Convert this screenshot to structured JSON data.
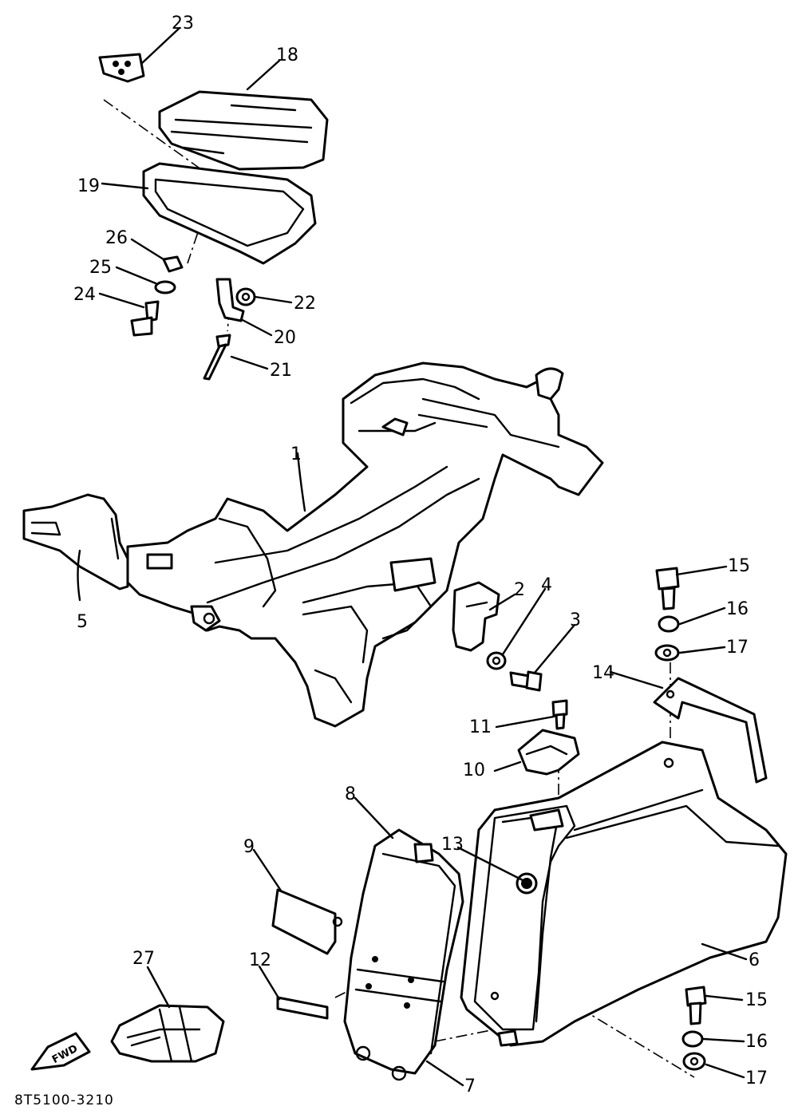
{
  "diagram": {
    "part_code": "8T5100-3210",
    "forward_label": "FWD",
    "callouts": [
      "1",
      "2",
      "3",
      "4",
      "5",
      "6",
      "7",
      "8",
      "9",
      "10",
      "11",
      "12",
      "13",
      "14",
      "15",
      "16",
      "17",
      "18",
      "19",
      "20",
      "21",
      "22",
      "23",
      "24",
      "25",
      "26",
      "27",
      "15",
      "16",
      "17"
    ]
  }
}
